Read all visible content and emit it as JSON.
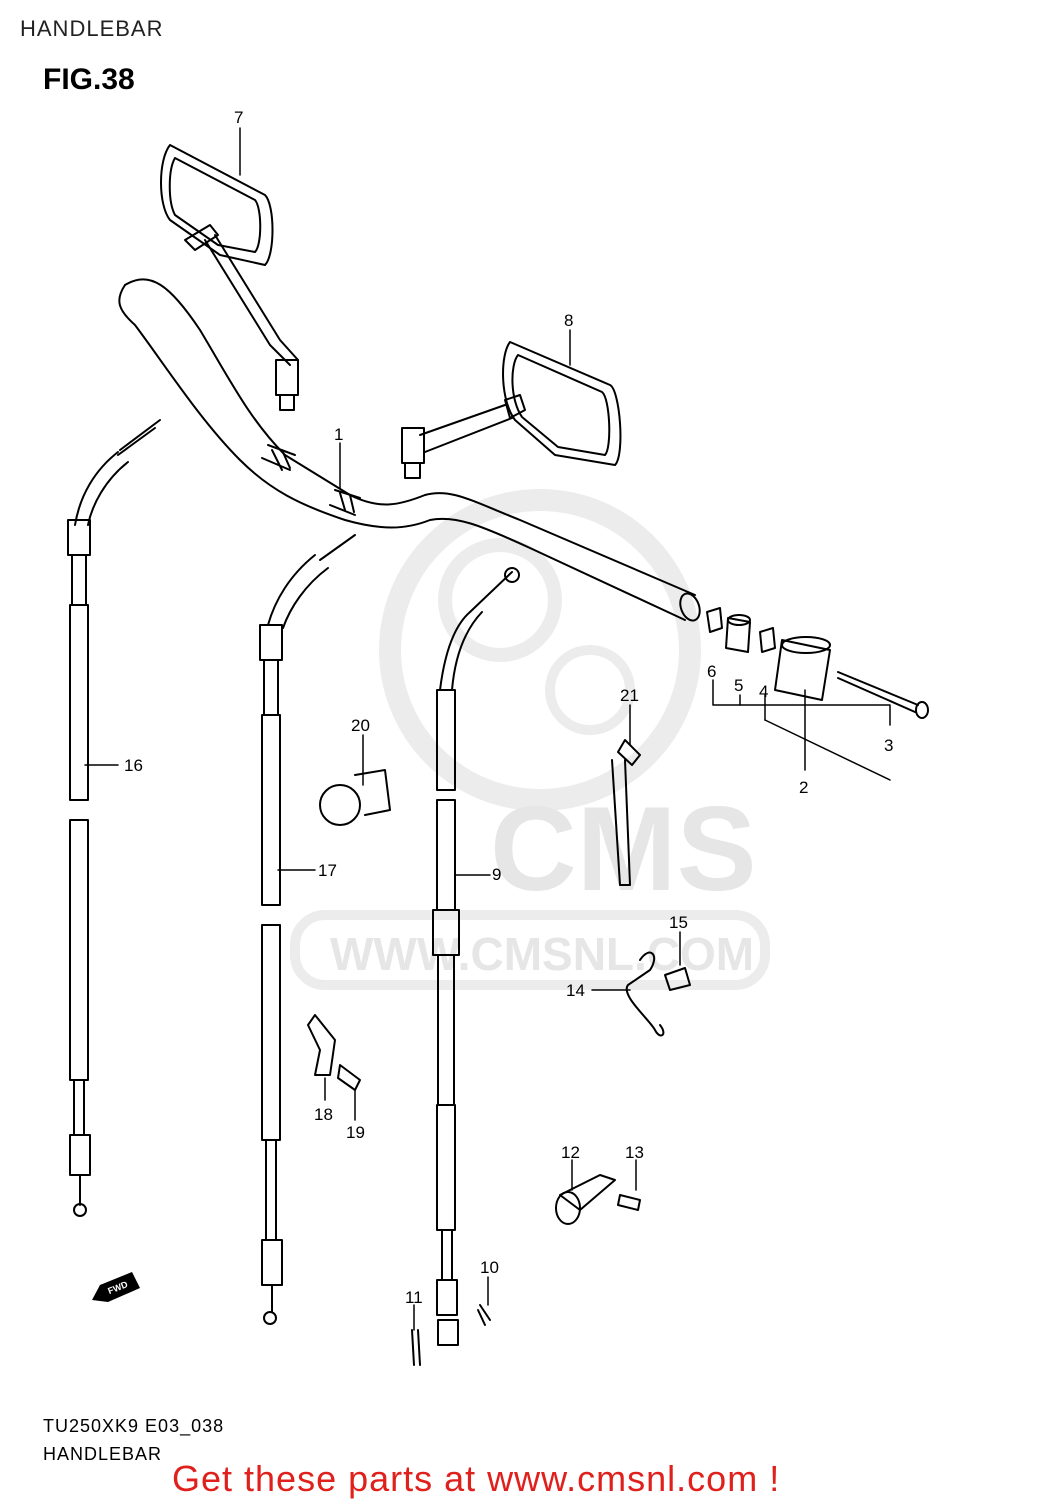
{
  "header": {
    "title": "HANDLEBAR"
  },
  "figure": {
    "title": "FIG.38"
  },
  "watermark": {
    "brand": "CMS",
    "url": "WWW.CMSNL.COM"
  },
  "direction_badge": "FWD",
  "parts": [
    {
      "num": "1"
    },
    {
      "num": "2"
    },
    {
      "num": "3"
    },
    {
      "num": "4"
    },
    {
      "num": "5"
    },
    {
      "num": "6"
    },
    {
      "num": "7"
    },
    {
      "num": "8"
    },
    {
      "num": "9"
    },
    {
      "num": "10"
    },
    {
      "num": "11"
    },
    {
      "num": "12"
    },
    {
      "num": "13"
    },
    {
      "num": "14"
    },
    {
      "num": "15"
    },
    {
      "num": "16"
    },
    {
      "num": "17"
    },
    {
      "num": "18"
    },
    {
      "num": "19"
    },
    {
      "num": "20"
    },
    {
      "num": "21"
    }
  ],
  "footer": {
    "model_code": "TU250XK9 E03_038",
    "section_name": "HANDLEBAR"
  },
  "promo": {
    "text": "Get these parts at www.cmsnl.com !",
    "color": "#e0201c"
  }
}
